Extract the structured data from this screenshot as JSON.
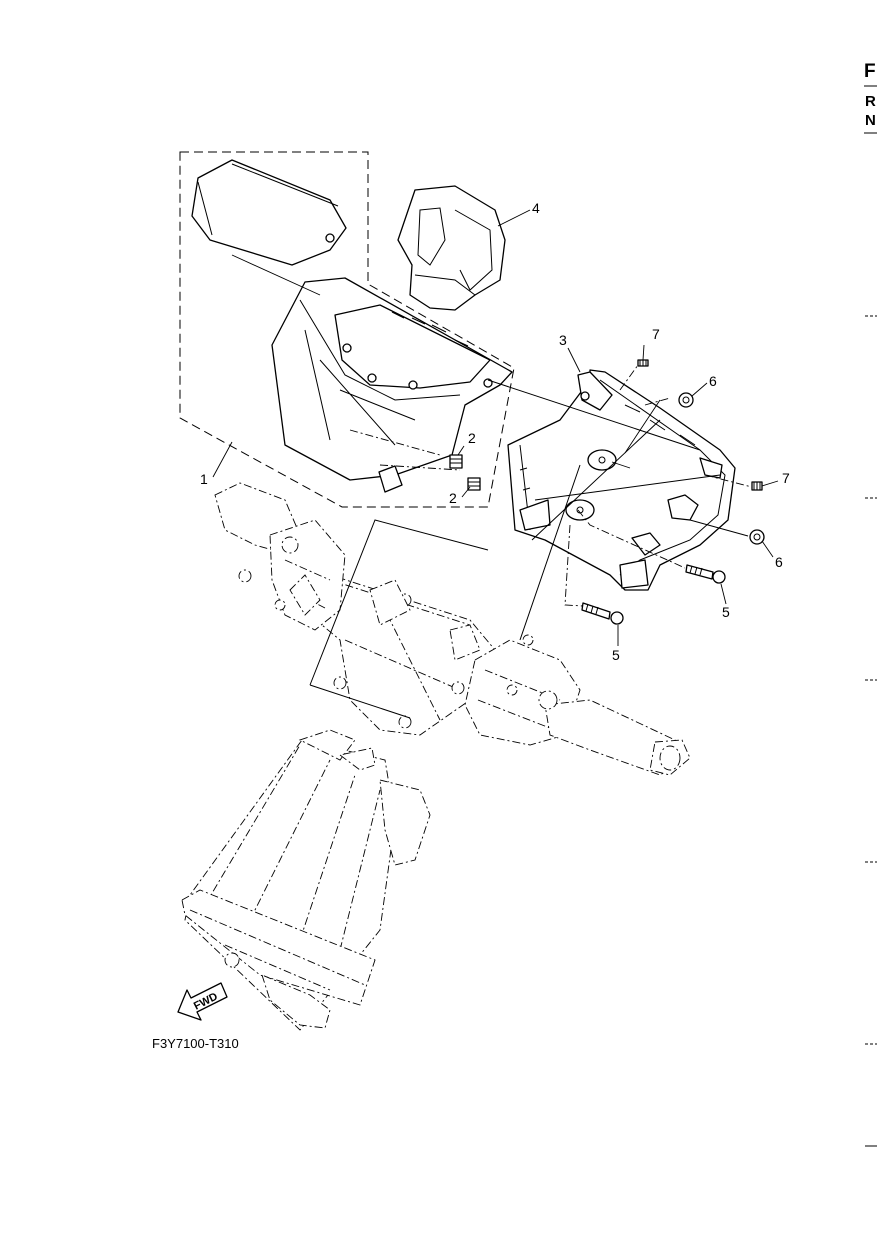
{
  "side_header": {
    "letter_f": "F",
    "letter_r": "R",
    "letter_n": "N"
  },
  "callouts": {
    "part_1": "1",
    "part_2_upper": "2",
    "part_2_lower": "2",
    "part_3": "3",
    "part_4": "4",
    "part_5_right": "5",
    "part_5_left": "5",
    "part_6_upper": "6",
    "part_6_lower": "6",
    "part_7_upper": "7",
    "part_7_right": "7"
  },
  "fwd_label": "FWD",
  "figure_ref": "F3Y7100-T310"
}
